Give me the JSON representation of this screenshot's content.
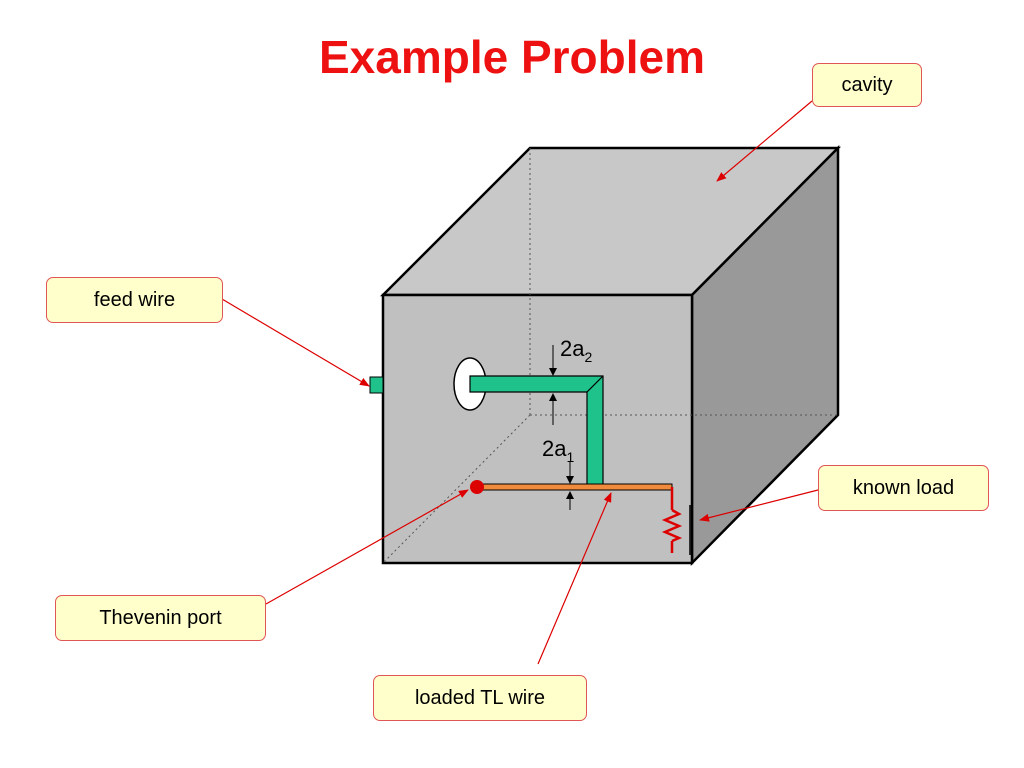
{
  "title": "Example Problem",
  "labels": {
    "cavity": "cavity",
    "feed_wire": "feed wire",
    "known_load": "known load",
    "thevenin_port": "Thevenin port",
    "loaded_tl_wire": "loaded TL wire"
  },
  "dimensions": {
    "a2": {
      "prefix": "2a",
      "subscript": "2"
    },
    "a1": {
      "prefix": "2a",
      "subscript": "1"
    }
  },
  "colors": {
    "title": "#ee1111",
    "callout_fill": "#ffffcc",
    "callout_border": "#e05555",
    "front_face": "#c0c0c0",
    "top_face": "#c8c8c8",
    "side_face": "#999999",
    "feed_wire": "#1fc28a",
    "tl_wire": "#f08a3c",
    "load": "#dd0000",
    "port_dot": "#dd0000",
    "pointer": "#dd0000"
  }
}
